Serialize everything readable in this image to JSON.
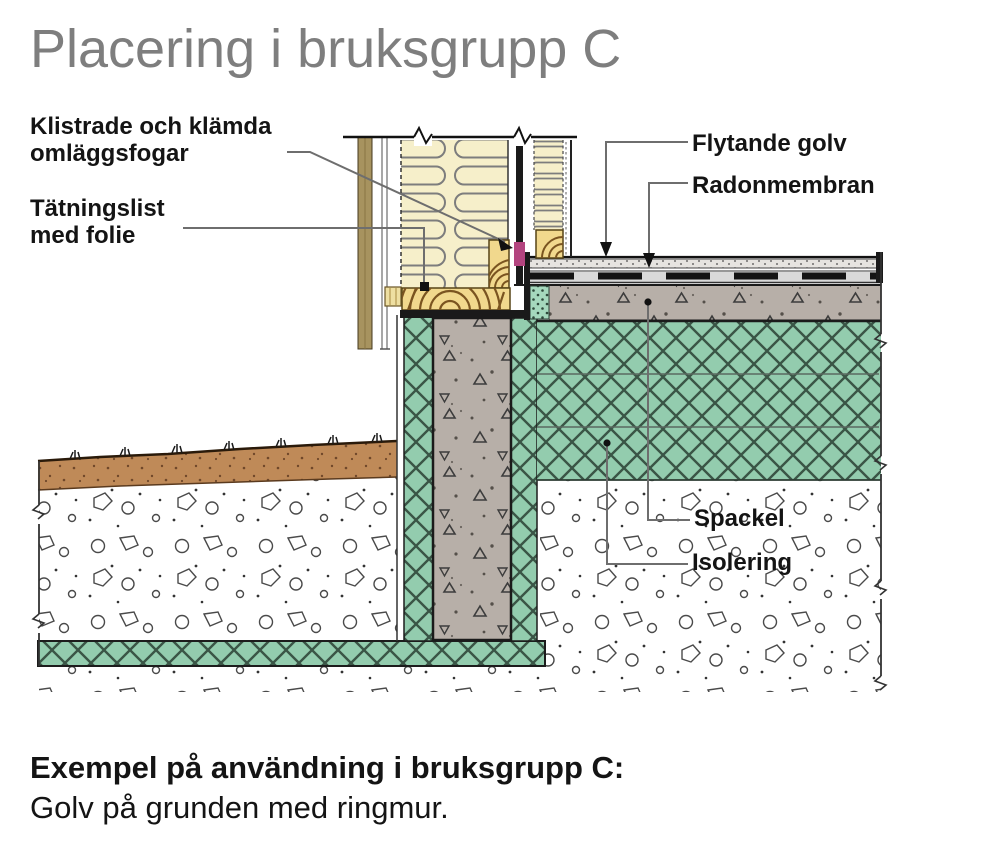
{
  "title": "Placering i bruksgrupp C",
  "diagram": {
    "labels": {
      "overlap_joints": {
        "line1": "Klistrade och klämda",
        "line2": "omläggsfogar"
      },
      "sealing_strip": {
        "line1": "Tätningslist",
        "line2": "med folie"
      },
      "floating_floor": "Flytande golv",
      "radon_membrane": "Radonmembran",
      "filler": "Spackel",
      "insulation": "Isolering"
    },
    "legend_colors": {
      "insulation_green": "#93ccae",
      "concrete_gray": "#b7afa8",
      "soil_brown": "#bf8a58",
      "wood_yellow": "#f1d88d",
      "mineral_wool_cream": "#f6efca",
      "sealing_strip_magenta": "#b3447f",
      "title_gray": "#7e7e7e"
    }
  },
  "caption": {
    "heading": "Exempel på användning i bruksgrupp C:",
    "body": "Golv på grunden med ringmur."
  }
}
